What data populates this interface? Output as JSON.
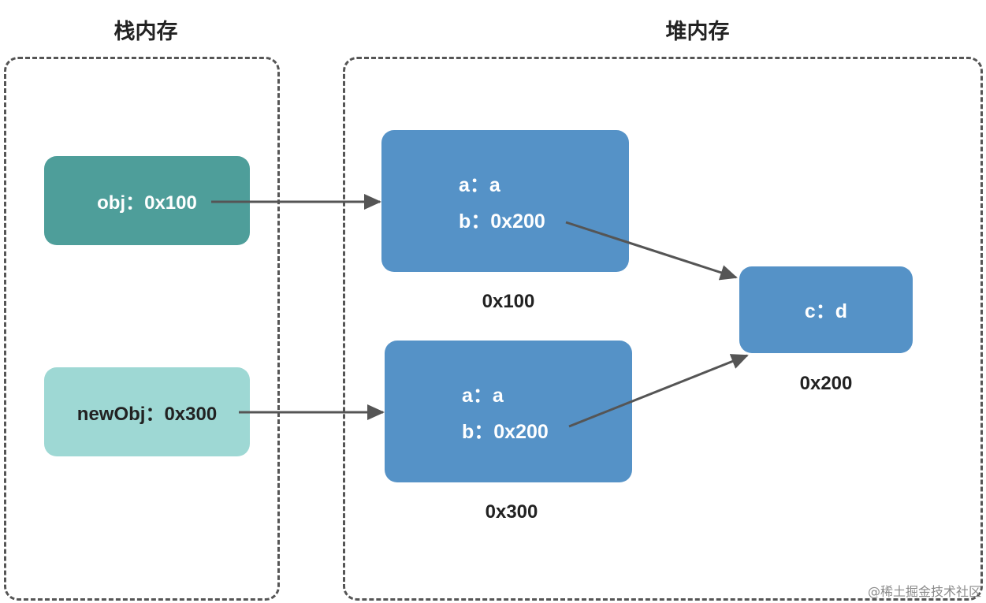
{
  "stack": {
    "title": "栈内存",
    "items": [
      {
        "label": "obj：0x100",
        "color": "#4e9e9a",
        "text_color": "#ffffff"
      },
      {
        "label": "newObj：0x300",
        "color": "#9ed8d4",
        "text_color": "#222222"
      }
    ]
  },
  "heap": {
    "title": "堆内存",
    "objects": [
      {
        "fields": [
          "a：a",
          "b：0x200"
        ],
        "address": "0x100"
      },
      {
        "fields": [
          "a：a",
          "b：0x200"
        ],
        "address": "0x300"
      },
      {
        "fields": [
          "c：d"
        ],
        "address": "0x200"
      }
    ]
  },
  "colors": {
    "heap_object": "#5592c7",
    "arrow": "#555555",
    "dashed_border": "#555555"
  },
  "watermark": "@稀土掘金技术社区"
}
